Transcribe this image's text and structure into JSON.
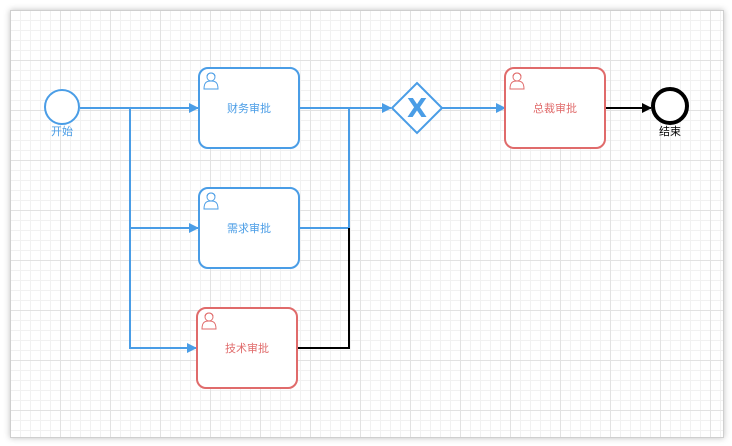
{
  "colors": {
    "active": "#4a9de6",
    "pending": "#e06b6b",
    "end": "#000000",
    "grid_major": "#e2e2e2",
    "grid_minor": "#f1f1f1"
  },
  "nodes": {
    "start_event": {
      "label": "开始",
      "status": "active"
    },
    "task_finance": {
      "label": "财务审批",
      "icon": "user-icon",
      "status": "active"
    },
    "task_requirement": {
      "label": "需求审批",
      "icon": "user-icon",
      "status": "active"
    },
    "task_tech": {
      "label": "技术审批",
      "icon": "user-icon",
      "status": "pending"
    },
    "gateway": {
      "symbol": "X",
      "type": "exclusive-gateway",
      "status": "active"
    },
    "task_ceo": {
      "label": "总裁审批",
      "icon": "user-icon",
      "status": "pending"
    },
    "end_event": {
      "label": "结束",
      "status": "end"
    }
  }
}
